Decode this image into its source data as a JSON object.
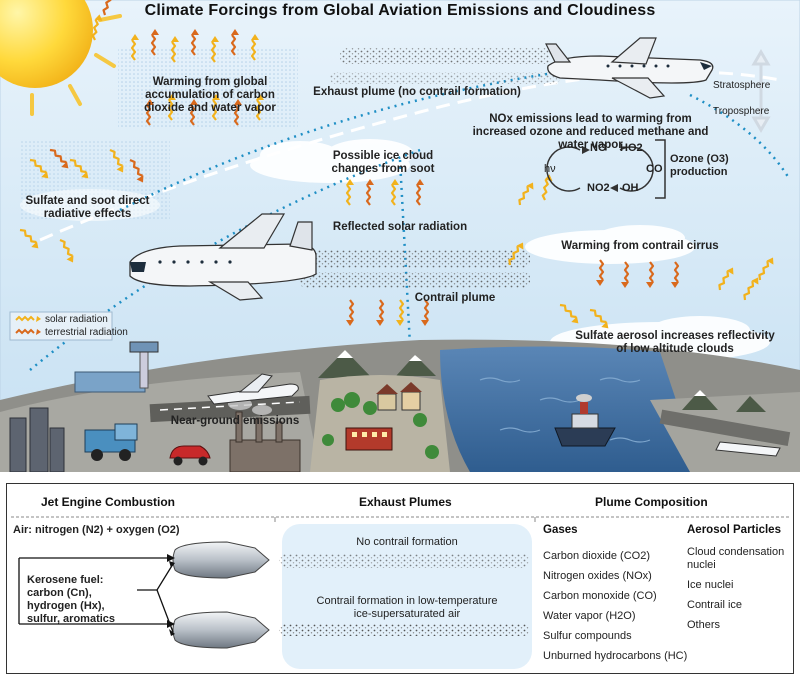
{
  "title": "Climate Forcings from Global Aviation Emissions and Cloudiness",
  "diagram": {
    "warming_co2": "Warming from global accumulation of carbon dioxide and water vapor",
    "exhaust_no_contrail": "Exhaust plume (no contrail formation)",
    "stratosphere": "Stratosphere",
    "troposphere": "Troposphere",
    "nox_label": "NOx emissions lead to warming from increased ozone and reduced methane and water vapor",
    "ice_cloud": "Possible ice cloud changes from soot",
    "sulfate_soot": "Sulfate and soot direct radiative effects",
    "reflected": "Reflected solar radiation",
    "contrail_cirrus": "Warming from contrail cirrus",
    "contrail_plume": "Contrail plume",
    "sulfate_aerosol": "Sulfate aerosol increases reflectivity of low altitude clouds",
    "near_ground": "Near-ground emissions",
    "legend_solar": "solar radiation",
    "legend_terrestrial": "terrestrial radiation",
    "chem": {
      "no": "NO",
      "no2": "NO2",
      "hv": "hν",
      "ho2": "HO2",
      "co": "CO",
      "oh": "OH",
      "ozone": "Ozone (O3) production"
    },
    "colors": {
      "sky": "#cfe6f5",
      "solar": "#f2b21c",
      "terrestrial": "#d9691c",
      "water": "#3f6fa3",
      "ground": "#9a9a94"
    }
  },
  "bottom": {
    "h_jet": "Jet Engine Combustion",
    "h_exhaust": "Exhaust Plumes",
    "h_plume": "Plume Composition",
    "air": "Air: nitrogen (N2) + oxygen (O2)",
    "kerosene": [
      "Kerosene fuel:",
      "carbon (Cn),",
      "hydrogen (Hx),",
      "sulfur, aromatics"
    ],
    "no_contrail": "No contrail formation",
    "contrail_form": [
      "Contrail formation in low-temperature",
      "ice-supersaturated air"
    ],
    "gases_h": "Gases",
    "gases": [
      "Carbon dioxide (CO2)",
      "Nitrogen oxides (NOx)",
      "Carbon monoxide (CO)",
      "Water vapor (H2O)",
      "Sulfur compounds",
      "Unburned hydrocarbons (HC)"
    ],
    "aerosol_h": "Aerosol Particles",
    "aerosols": [
      "Cloud condensation nuclei",
      "Ice nuclei",
      "Contrail ice",
      "Others"
    ]
  }
}
